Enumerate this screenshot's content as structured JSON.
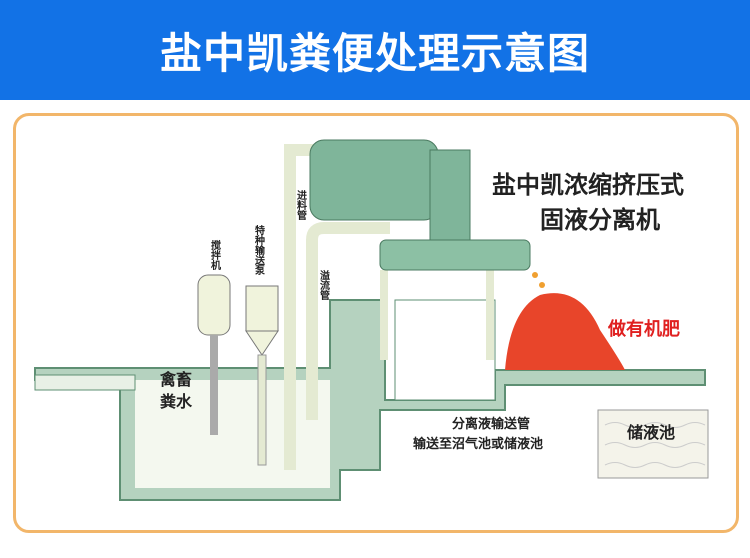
{
  "header": {
    "title": "盐中凯粪便处理示意图"
  },
  "labels": {
    "machine_line1": "盐中凯浓缩挤压式",
    "machine_line2": "固液分离机",
    "mixer": "搅拌机",
    "pump": "特种输送泵",
    "feed_pipe": "进料管",
    "overflow_pipe": "溢流管",
    "manure_line1": "禽畜",
    "manure_line2": "粪水",
    "fertilizer": "做有机肥",
    "liquid_pipe_line1": "分离液输送管",
    "liquid_pipe_line2": "输送至沼气池或储液池",
    "storage_tank": "储液池"
  },
  "colors": {
    "header": "#1272e6",
    "frame": "#f2b66a",
    "tank": "#a9c9b4",
    "machine": "#7fb59a",
    "pile": "#e8452a"
  }
}
